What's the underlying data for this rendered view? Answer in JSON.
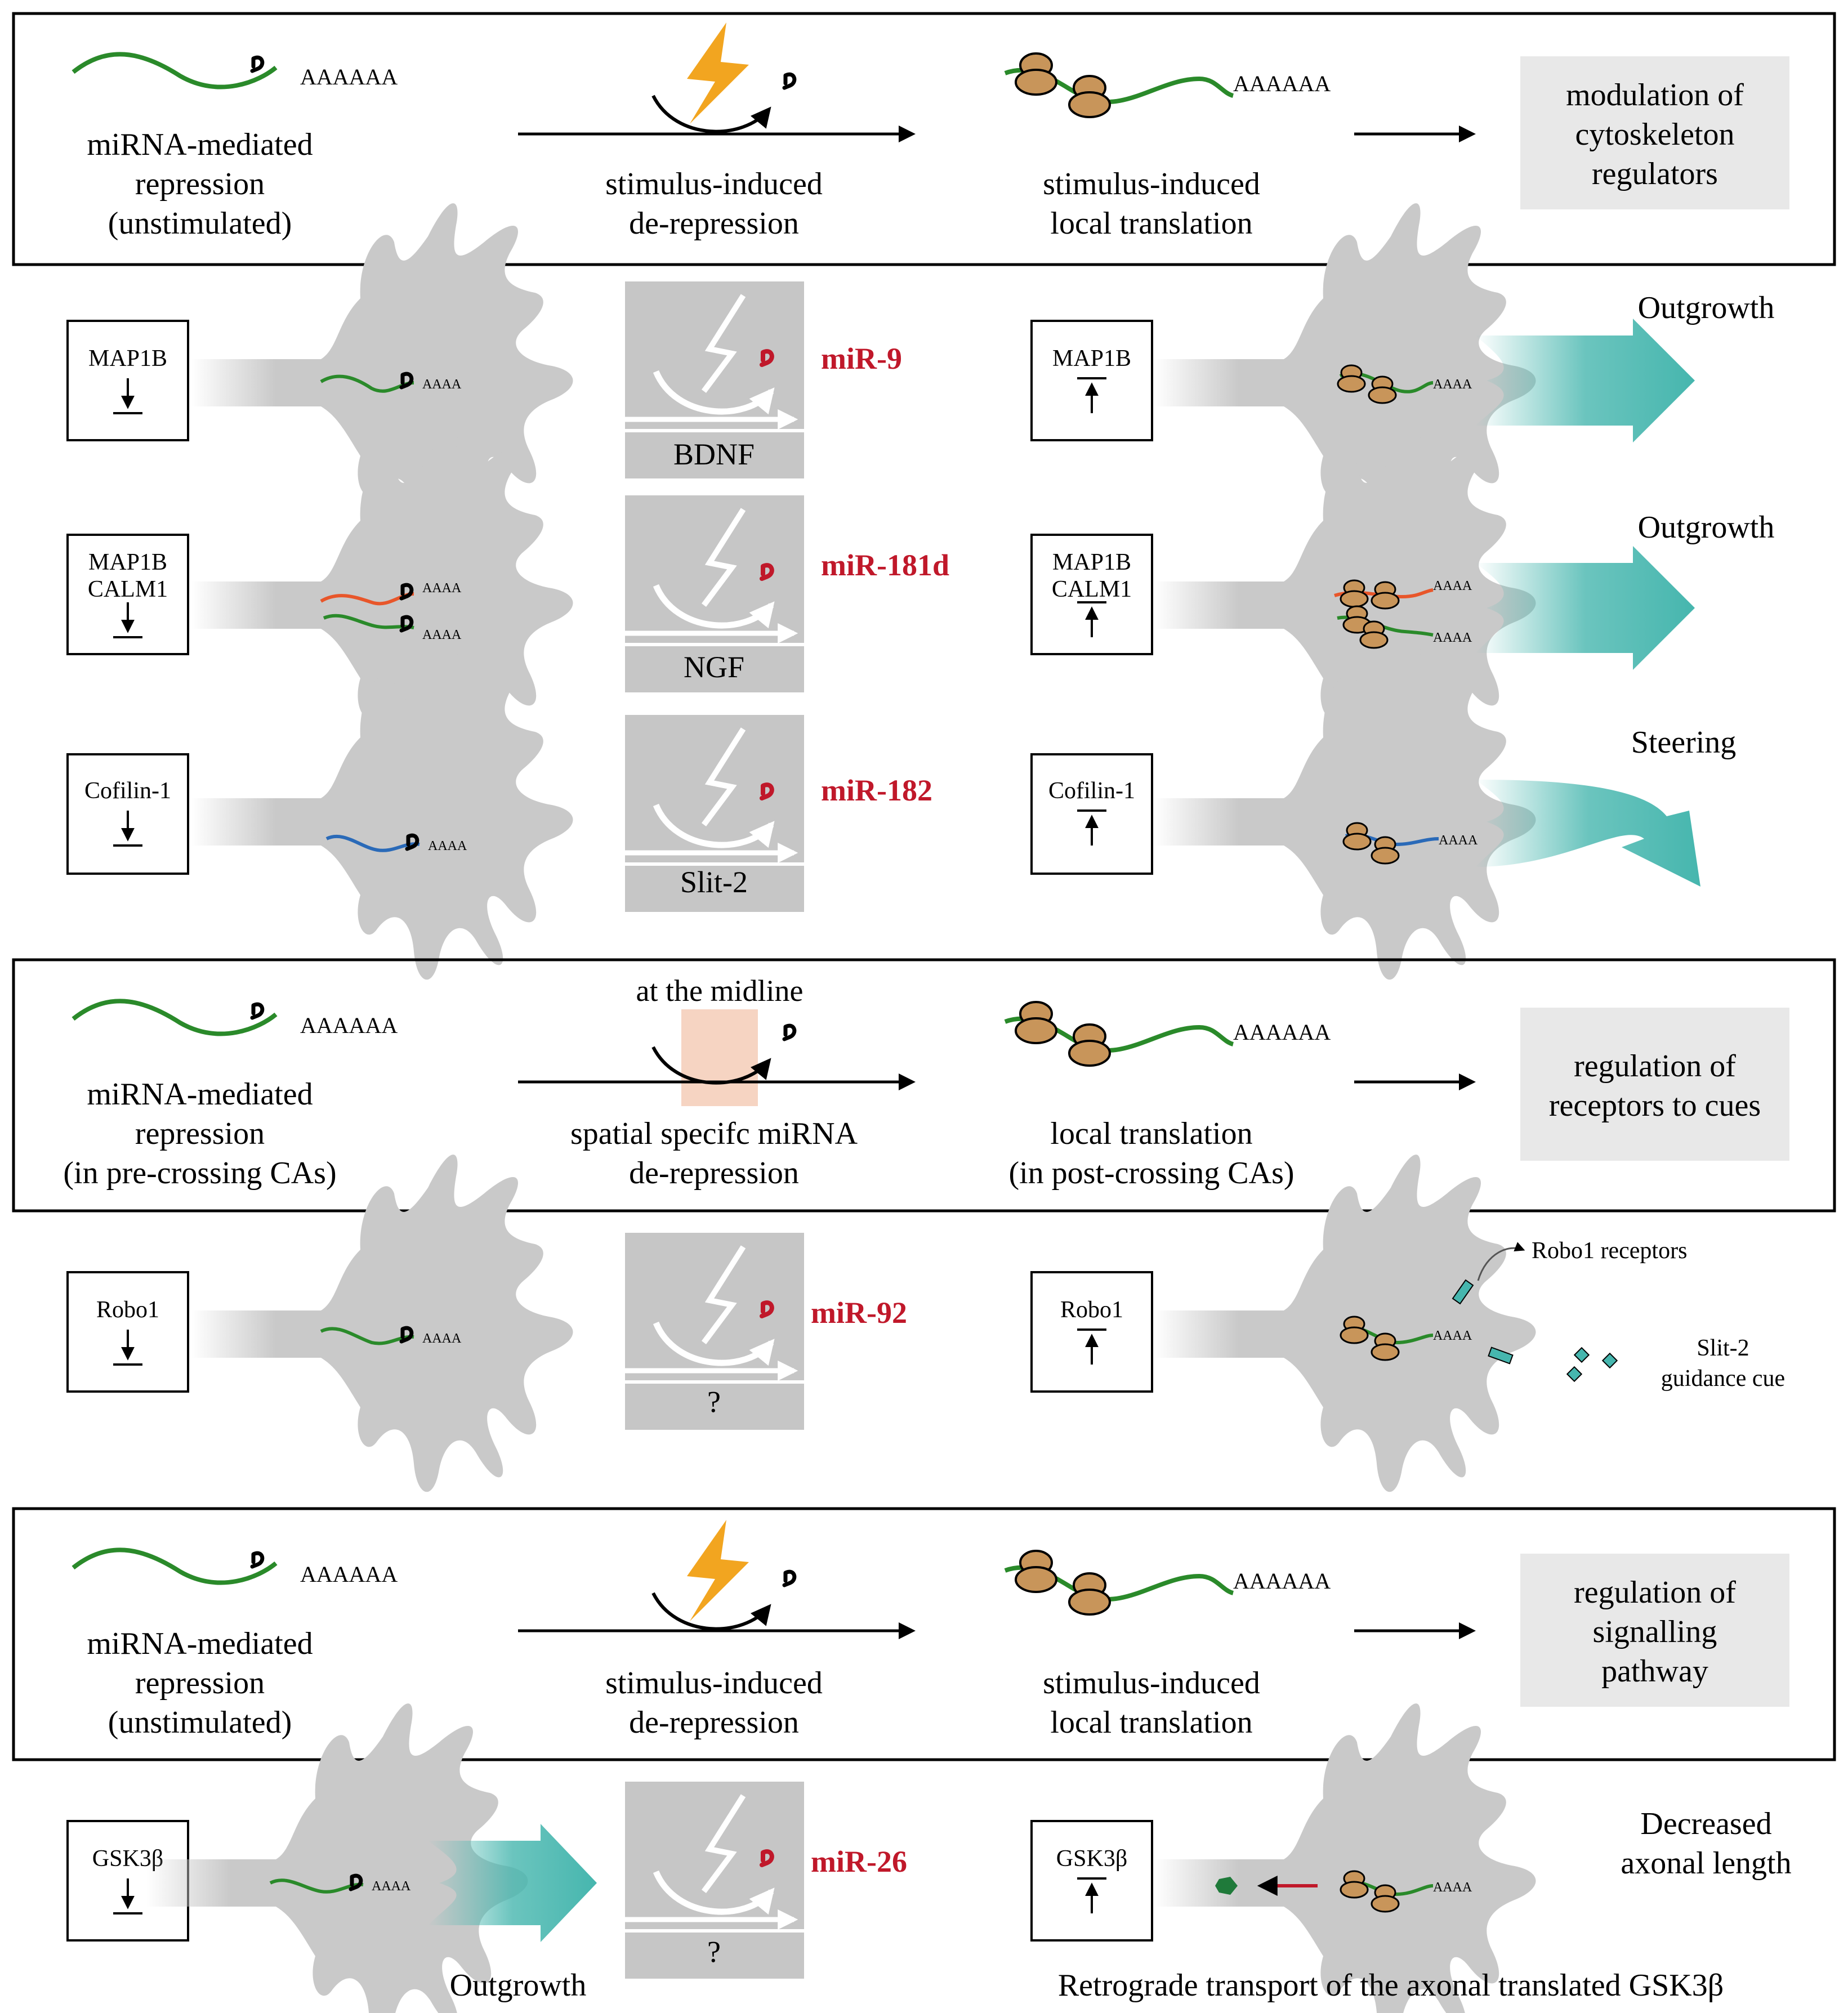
{
  "poly": "AAAAAA",
  "tail": "AAAA",
  "panels": {
    "p1": {
      "col1": [
        "miRNA-mediated",
        "repression",
        "(unstimulated)"
      ],
      "col2": [
        "stimulus-induced",
        "de-repression"
      ],
      "col3": [
        "stimulus-induced",
        "local translation"
      ],
      "outcome": [
        "modulation of",
        "cytoskeleton",
        "regulators"
      ]
    },
    "p2": {
      "top": "at the midline",
      "col1": [
        "miRNA-mediated",
        "repression",
        "(in pre-crossing CAs)"
      ],
      "col2": [
        "spatial specifc miRNA",
        "de-repression"
      ],
      "col3": [
        "local translation",
        "(in post-crossing CAs)"
      ],
      "outcome": [
        "regulation of",
        "receptors to cues"
      ]
    },
    "p3": {
      "col1": [
        "miRNA-mediated",
        "repression",
        "(unstimulated)"
      ],
      "col2": [
        "stimulus-induced",
        "de-repression"
      ],
      "col3": [
        "stimulus-induced",
        "local translation"
      ],
      "outcome": [
        "regulation of",
        "signalling",
        "pathway"
      ]
    }
  },
  "rows": [
    {
      "targets": [
        "MAP1B"
      ],
      "mirna": "miR-9",
      "stimulus": "BDNF",
      "effect": "Outgrowth"
    },
    {
      "targets": [
        "MAP1B",
        "CALM1"
      ],
      "mirna": "miR-181d",
      "stimulus": "NGF",
      "effect": "Outgrowth"
    },
    {
      "targets": [
        "Cofilin-1"
      ],
      "mirna": "miR-182",
      "stimulus": "Slit-2",
      "effect": "Steering"
    },
    {
      "targets": [
        "Robo1"
      ],
      "mirna": "miR-92",
      "stimulus": "?",
      "receptor_label": "Robo1 receptors",
      "cue_label": [
        "Slit-2",
        "guidance cue"
      ]
    },
    {
      "targets": [
        "GSK3β"
      ],
      "mirna": "miR-26",
      "stimulus": "?",
      "effect_left": "Outgrowth",
      "effect_right": [
        "Decreased",
        "axonal length"
      ],
      "bottom_caption": "Retrograde transport of the axonal translated GSK3β"
    }
  ],
  "colors": {
    "mrna_green": "#2a8a2a",
    "mrna_orange": "#e8562a",
    "mrna_blue": "#2a6ab8",
    "mirna_red": "#c0182a",
    "ribosome": "#c8955a",
    "bolt": "#f2a520",
    "arrow_teal": "#46b6ae",
    "cell_gray": "#c9c9c9",
    "box_gray": "#c6c6c6",
    "outcome_gray": "#e8e8e8",
    "pink": "#f6d4c2"
  }
}
